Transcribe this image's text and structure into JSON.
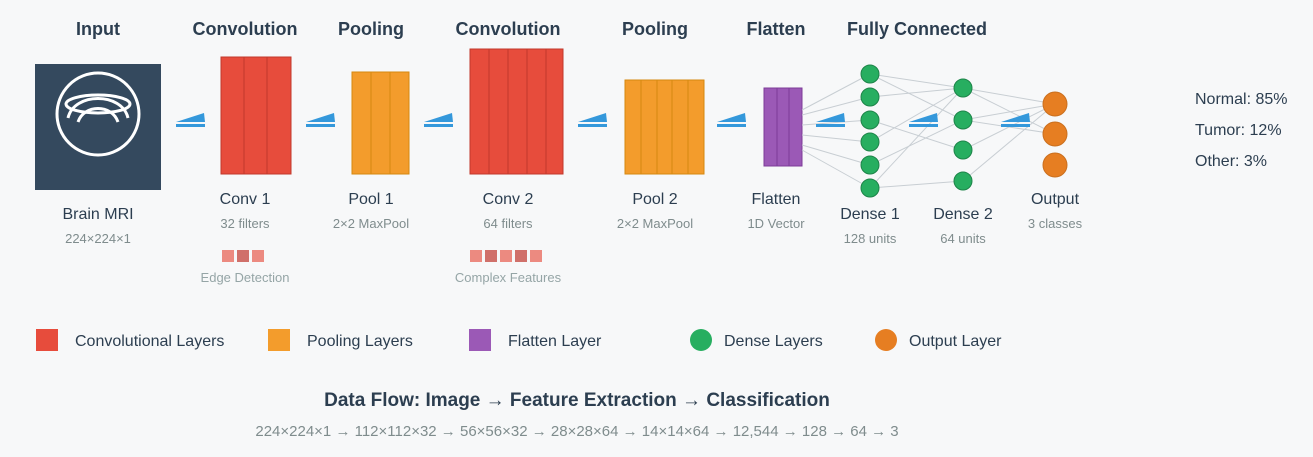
{
  "stage_headers": [
    "Input",
    "Convolution",
    "Pooling",
    "Convolution",
    "Pooling",
    "Flatten",
    "Fully Connected"
  ],
  "layers": [
    {
      "name": "Brain MRI",
      "detail": "224×224×1"
    },
    {
      "name": "Conv 1",
      "detail": "32 filters",
      "feature_note": "Edge Detection"
    },
    {
      "name": "Pool 1",
      "detail": "2×2 MaxPool"
    },
    {
      "name": "Conv 2",
      "detail": "64 filters",
      "feature_note": "Complex Features"
    },
    {
      "name": "Pool 2",
      "detail": "2×2 MaxPool"
    },
    {
      "name": "Flatten",
      "detail": "1D Vector"
    },
    {
      "name": "Dense 1",
      "detail": "128 units"
    },
    {
      "name": "Dense 2",
      "detail": "64 units"
    },
    {
      "name": "Output",
      "detail": "3 classes"
    }
  ],
  "predictions": [
    "Normal: 85%",
    "Tumor: 12%",
    "Other: 3%"
  ],
  "legend": [
    {
      "label": "Convolutional Layers",
      "color": "#e74c3c",
      "shape": "square"
    },
    {
      "label": "Pooling Layers",
      "color": "#f39c2c",
      "shape": "square"
    },
    {
      "label": "Flatten Layer",
      "color": "#9b59b6",
      "shape": "square"
    },
    {
      "label": "Dense Layers",
      "color": "#27ae60",
      "shape": "circle"
    },
    {
      "label": "Output Layer",
      "color": "#e67e22",
      "shape": "circle"
    }
  ],
  "flow": {
    "title": "Data Flow: Image → Feature Extraction → Classification",
    "dims": "224×224×1 → 112×112×32 → 56×56×32 → 28×28×64 → 14×14×64 → 12,544 → 128 → 64 → 3"
  },
  "colors": {
    "input_bg": "#34495e",
    "conv": "#e74c3c",
    "pool": "#f39c2c",
    "flatten": "#9b59b6",
    "dense": "#27ae60",
    "output": "#e67e22",
    "arrow": "#3498db",
    "feature_map_light": "#ec8a80",
    "feature_map_dark": "#d0706a"
  }
}
